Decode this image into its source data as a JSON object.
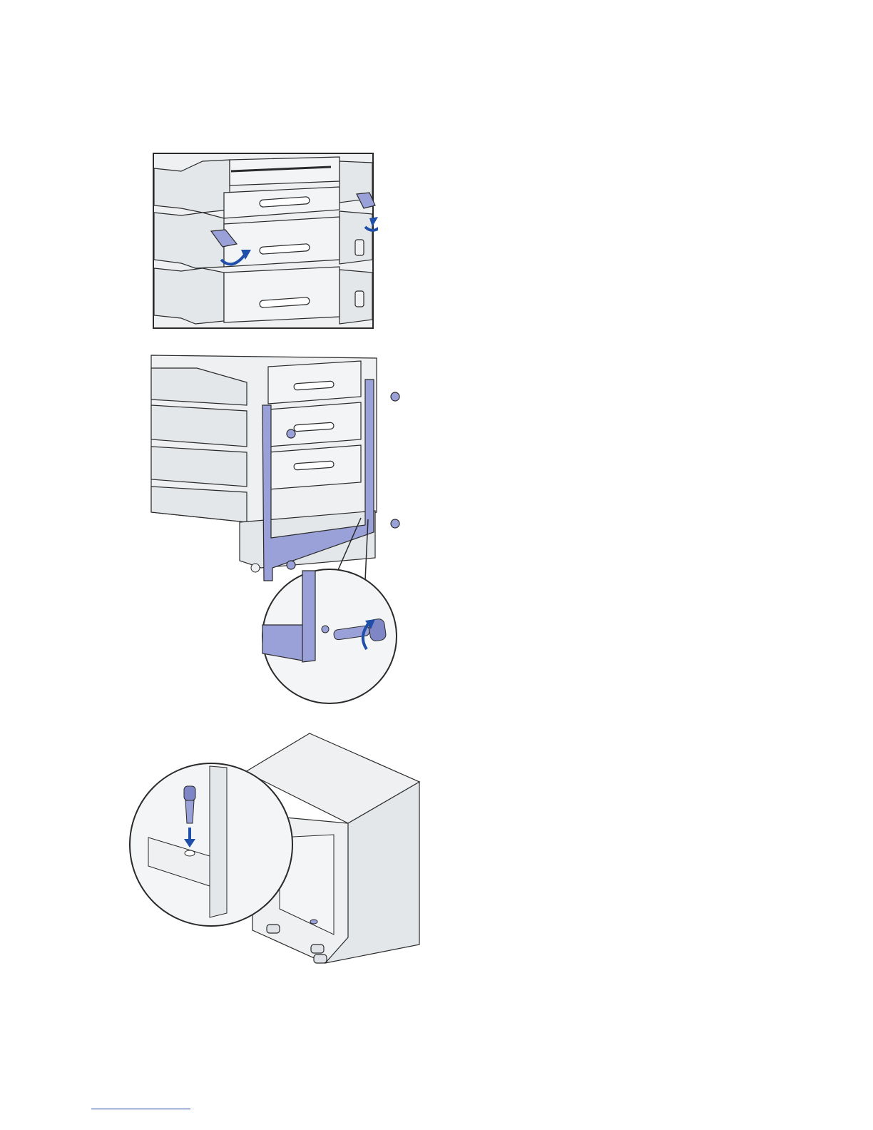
{
  "page": {
    "figures": [
      {
        "id": "fig1",
        "name": "remove-tray-side-covers"
      },
      {
        "id": "fig2",
        "name": "attach-side-brackets"
      },
      {
        "id": "fig3",
        "name": "insert-cabinet-screw"
      }
    ]
  },
  "colors": {
    "printer_body": "#eef0f2",
    "printer_panel": "#e2e5e8",
    "line": "#2a2a2a",
    "part_highlight": "#9aa0d8",
    "arrow": "#1f4fa8",
    "footer_rule": "#1f3fa8"
  },
  "icons": [
    "arrow-curved-icon",
    "screw-icon",
    "thumbscrew-icon",
    "magnifier-circle-icon",
    "arrow-down-icon"
  ]
}
